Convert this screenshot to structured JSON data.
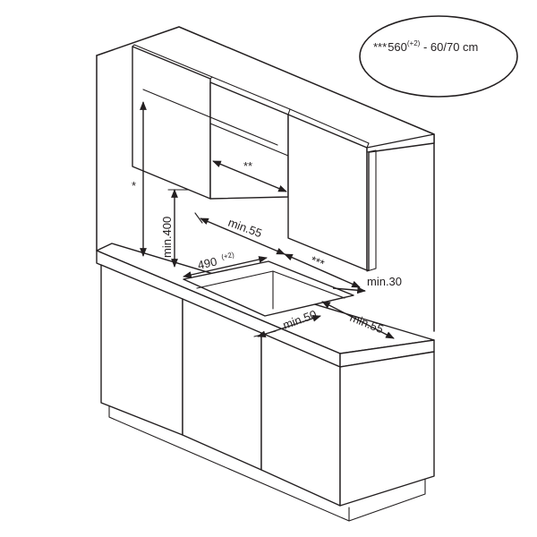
{
  "note": {
    "stars": "***",
    "value": "560",
    "superscript": "(+2)",
    "rest": " - 60/70 cm"
  },
  "dimensions": {
    "star_single": "*",
    "star_double": "**",
    "star_triple": "***",
    "min_400": "min.400",
    "min_55_top": "min.55",
    "cutout_490": "490",
    "cutout_490_sup": "(+2)",
    "min_30": "min.30",
    "min_50": "min.50",
    "min_55_side": "min.55"
  },
  "colors": {
    "line": "#231f20",
    "background": "#ffffff"
  }
}
